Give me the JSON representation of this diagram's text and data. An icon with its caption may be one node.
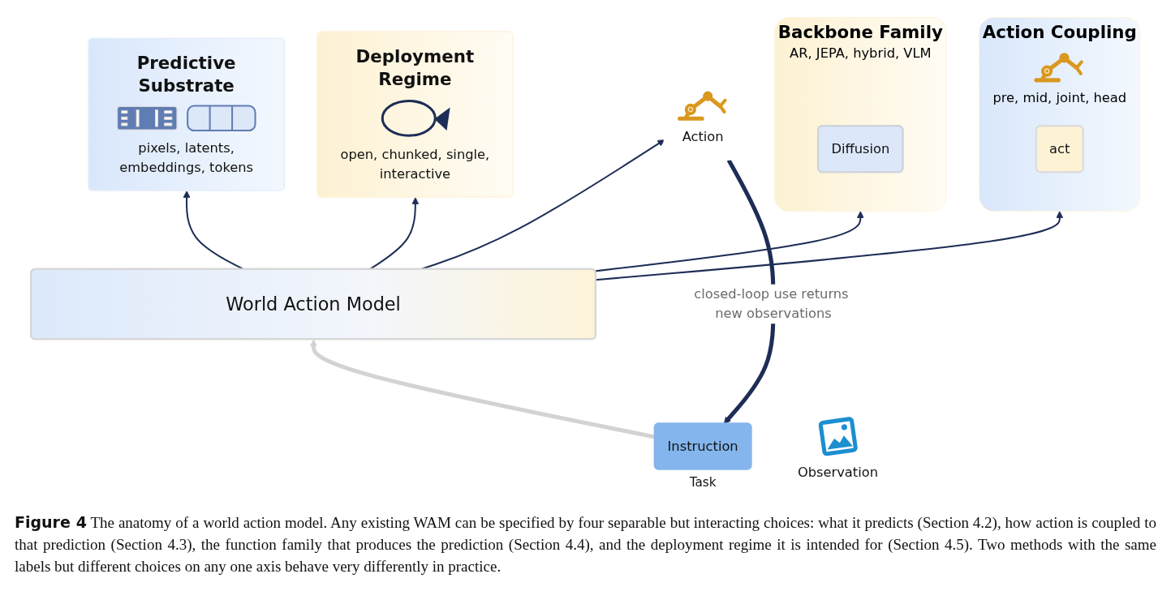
{
  "diagram": {
    "caption": "**Figure 4** The anatomy of a world action model. Any existing WAM can be specified by four separable but interacting choices: what it predicts (Section 4.2), how action is coupled to that prediction (Section 4.3), the function family that produces the prediction (Section 4.4), and the deployment regime it is intended for (Section 4.5). Two methods with the same labels but different choices on any one axis behave very differently in practice.",
    "nodes": [
      {
        "text": [
          "Predictive Substrate",
          "pixels, latents, embeddings, tokens"
        ]
      },
      {
        "text": [
          "Backbone Family",
          "AR, JEPA, hybrid, VLM"
        ]
      },
      {
        "text": [
          "Diffusion"
        ],
        "in": 1
      },
      {
        "text": [
          "Action Coupling",
          "pre, mid, joint, head"
        ]
      },
      {
        "text": [
          "act"
        ],
        "in": 3
      },
      {
        "text": [
          "Deployment Regime",
          "open, chunked, single, interactive"
        ]
      },
      {
        "text": [
          "World Action Model"
        ]
      },
      {
        "text": [
          "Action"
        ]
      },
      {
        "text": [
          "Observation"
        ]
      },
      {
        "text": [
          "Instruction"
        ],
        "beside": [
          "Task"
        ]
      }
    ],
    "edges": [
      {
        "from": 6,
        "to": 0,
        "arrow": "to"
      },
      {
        "from": 6,
        "to": 1,
        "arrow": "to"
      },
      {
        "from": 6,
        "to": 3,
        "arrow": "to"
      },
      {
        "from": 6,
        "to": 5,
        "arrow": "to"
      },
      {
        "from": 6,
        "to": 7,
        "arrow": "to"
      },
      {
        "from": 7,
        "to": 9,
        "arrow": "to",
        "label": "closed-loop use returns new observations",
        "style": "thick"
      },
      {
        "from": 9,
        "to": 6,
        "arrow": "to",
        "style": "thick",
        "color": "#d3d3d3"
      }
    ]
  }
}
